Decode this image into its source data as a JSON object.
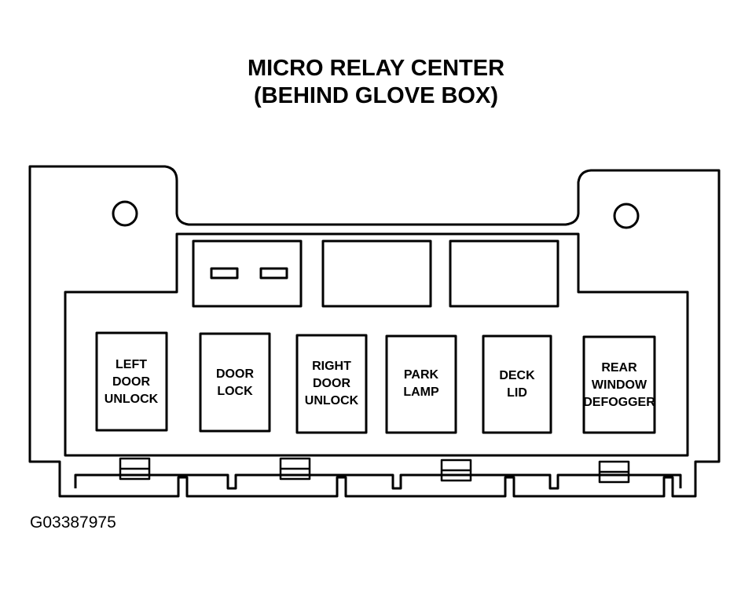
{
  "title": {
    "line1": "MICRO RELAY CENTER",
    "line2": "(BEHIND GLOVE BOX)"
  },
  "relays": [
    {
      "id": "left-door-unlock",
      "lines": [
        "LEFT",
        "DOOR",
        "UNLOCK"
      ]
    },
    {
      "id": "door-lock",
      "lines": [
        "DOOR",
        "LOCK"
      ]
    },
    {
      "id": "right-door-unlock",
      "lines": [
        "RIGHT",
        "DOOR",
        "UNLOCK"
      ]
    },
    {
      "id": "park-lamp",
      "lines": [
        "PARK",
        "LAMP"
      ]
    },
    {
      "id": "deck-lid",
      "lines": [
        "DECK",
        "LID"
      ]
    },
    {
      "id": "rear-window-defogger",
      "lines": [
        "REAR",
        "WINDOW",
        "DEFOGGER"
      ]
    }
  ],
  "figure_code": "G03387975"
}
